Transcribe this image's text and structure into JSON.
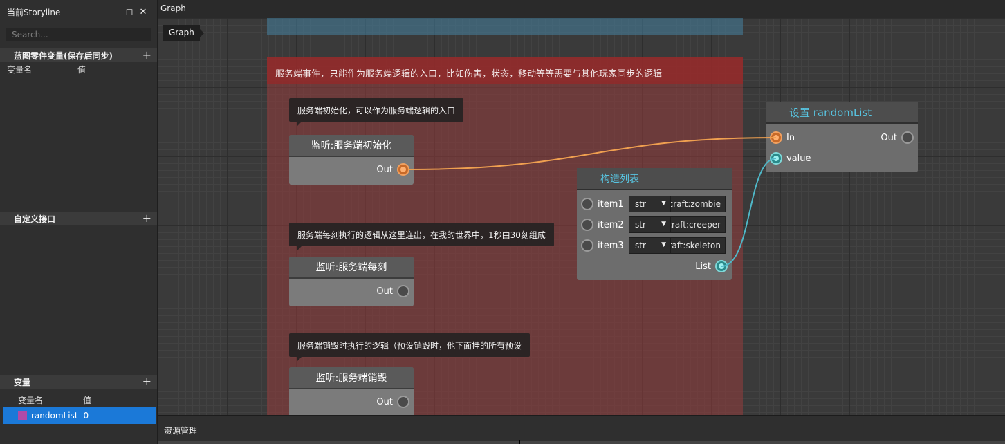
{
  "sidebar": {
    "title": "当前Storyline",
    "search_placeholder": "Search...",
    "blueprint_vars": {
      "title": "蓝图零件变量(保存后同步)",
      "col_name": "变量名",
      "col_value": "值"
    },
    "custom_interface": {
      "title": "自定义接口"
    },
    "variables": {
      "title": "变量",
      "col_name": "变量名",
      "col_value": "值",
      "items": [
        {
          "name": "randomList",
          "value": "0",
          "color": "#b04aa8"
        }
      ]
    }
  },
  "graph": {
    "window_title": "Graph",
    "tag": "Graph",
    "group_title": "服务端事件，只能作为服务端逻辑的入口，比如伤害，状态，移动等等需要与其他玩家同步的逻辑",
    "comments": [
      "服务端初始化，可以作为服务端逻辑的入口",
      "服务端每刻执行的逻辑从这里连出，在我的世界中，1秒由30刻组成",
      "服务端销毁时执行的逻辑（预设销毁时，他下面挂的所有预设"
    ],
    "listeners": [
      {
        "title": "监听:服务端初始化",
        "out": "Out"
      },
      {
        "title": "监听:服务端每刻",
        "out": "Out"
      },
      {
        "title": "监听:服务端销毁",
        "out": "Out"
      }
    ],
    "list_node": {
      "title": "构造列表",
      "items": [
        {
          "label": "item1",
          "type": "str",
          "value": "minecraft:zombie"
        },
        {
          "label": "item2",
          "type": "str",
          "value": "minecraft:creeper"
        },
        {
          "label": "item3",
          "type": "str",
          "value": "minecraft:skeleton"
        }
      ],
      "output": "List"
    },
    "set_node": {
      "title": "设置 randomList",
      "in": "In",
      "out": "Out",
      "value": "value"
    }
  },
  "bottom": {
    "title": "资源管理"
  },
  "colors": {
    "selection": "#1b79d8",
    "exec_wire": "#f0a050",
    "data_wire": "#4fb8c8",
    "node_title": "#58c4e0"
  }
}
